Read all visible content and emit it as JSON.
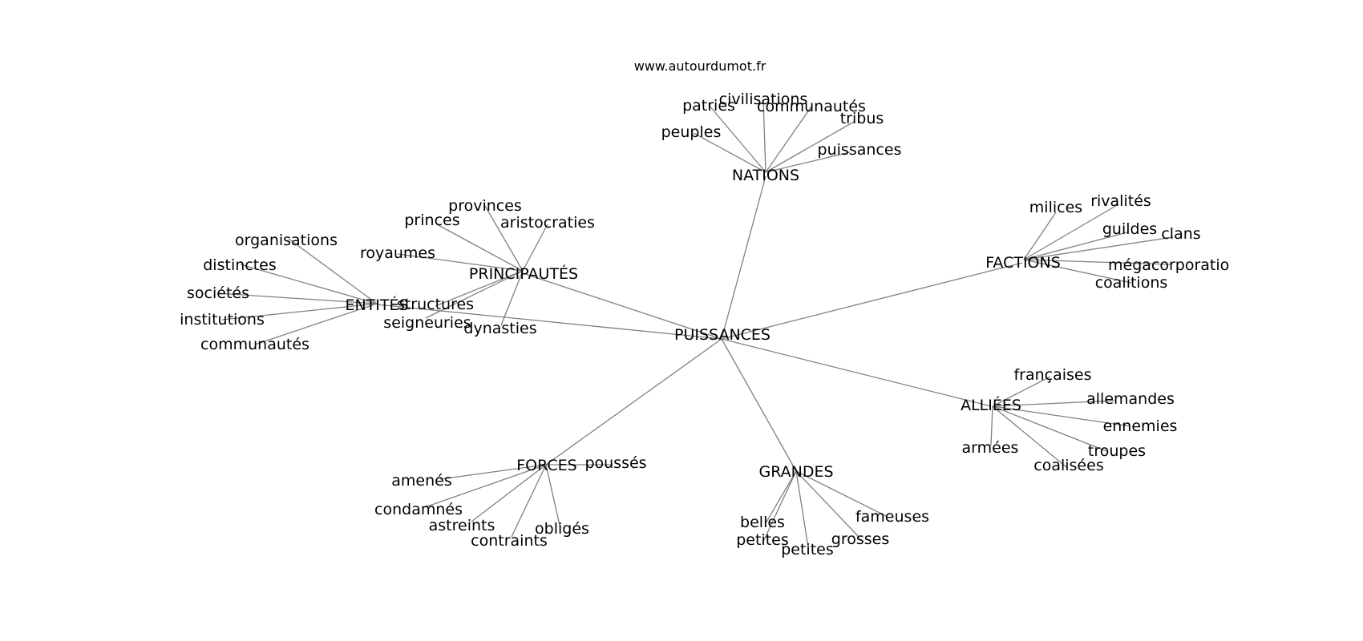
{
  "source": "www.autourdumot.fr",
  "center": "PUISSANCES",
  "clusters": [
    {
      "label": "NATIONS",
      "leaves": [
        "patries",
        "civilisations",
        "communautés",
        "tribus",
        "peuples",
        "puissances"
      ]
    },
    {
      "label": "PRINCIPAUTÉS",
      "leaves": [
        "provinces",
        "princes",
        "aristocraties",
        "royaumes",
        "structures",
        "seigneuries",
        "dynasties"
      ]
    },
    {
      "label": "ENTITÉS",
      "leaves": [
        "organisations",
        "distinctes",
        "sociétés",
        "institutions",
        "communautés"
      ]
    },
    {
      "label": "FACTIONS",
      "leaves": [
        "milices",
        "rivalités",
        "guildes",
        "clans",
        "mégacorporatio",
        "coalitions"
      ]
    },
    {
      "label": "ALLIÉES",
      "leaves": [
        "françaises",
        "allemandes",
        "ennemies",
        "troupes",
        "coalisées",
        "armées"
      ]
    },
    {
      "label": "GRANDES",
      "leaves": [
        "belles",
        "petites",
        "petites",
        "grosses",
        "fameuses"
      ]
    },
    {
      "label": "FORCES",
      "leaves": [
        "poussés",
        "amenés",
        "condamnés",
        "astreints",
        "contraints",
        "obligés"
      ]
    }
  ]
}
